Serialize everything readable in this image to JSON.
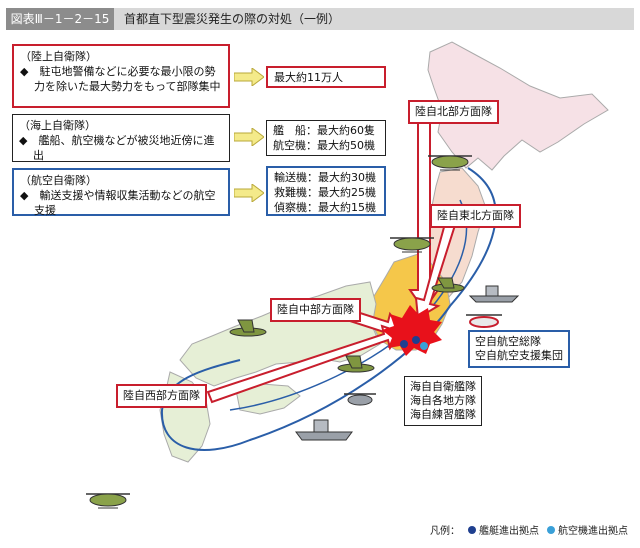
{
  "header": {
    "fig_label": "図表Ⅲ－1－2－15",
    "title": "首都直下型震災発生の際の対処（一例）"
  },
  "units": [
    {
      "head": "（陸上自衛隊）",
      "body": "◆　駐屯地警備などに必要な最小限の勢力を除いた最大勢力をもって部隊集中",
      "resources": [
        "最大約11万人"
      ]
    },
    {
      "head": "（海上自衛隊）",
      "body": "◆　艦船、航空機などが被災地近傍に進出",
      "resources": [
        "艦　船：最大約60隻",
        "航空機：最大約50機"
      ]
    },
    {
      "head": "（航空自衛隊）",
      "body": "◆　輸送支援や情報収集活動などの航空支援",
      "resources": [
        "輸送機：最大約30機",
        "救難機：最大約25機",
        "偵察機：最大約15機"
      ]
    }
  ],
  "army_labels": {
    "north": "陸自北部方面隊",
    "northeast": "陸自東北方面隊",
    "middle": "陸自中部方面隊",
    "west": "陸自西部方面隊"
  },
  "air_labels": [
    "空自航空総隊",
    "空自航空支援集団"
  ],
  "navy_labels": [
    "海自自衛艦隊",
    "海自各地方隊",
    "海自練習艦隊"
  ],
  "legend": {
    "prefix": "凡例：",
    "ship": "艦艇進出拠点",
    "aircraft": "航空機進出拠点"
  },
  "colors": {
    "army": "#c81e2d",
    "navy": "#222222",
    "air": "#2a5ea8",
    "ship_dot": "#1f3f8f",
    "aircraft_dot": "#3aa0d8",
    "hokkaido": "#f6e1e6",
    "tohoku": "#f6dccf",
    "kanto": "#f5c74a",
    "west_land": "#e6efd6",
    "disaster": "#e8111b"
  }
}
